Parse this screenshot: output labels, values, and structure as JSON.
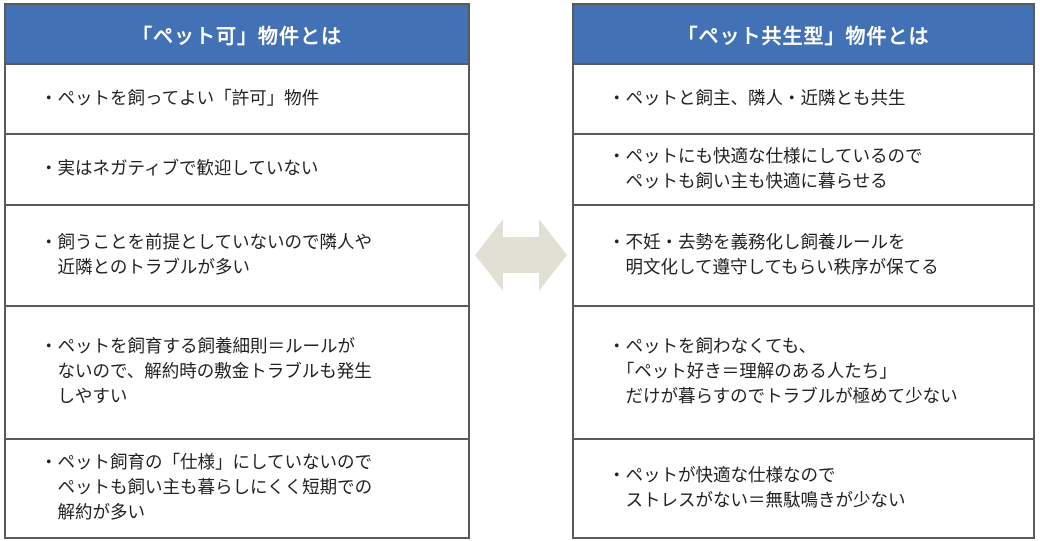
{
  "left": {
    "title": "「ペット可」物件とは",
    "items": [
      "・ペットを飼ってよい「許可」物件",
      "・実はネガティブで歓迎していない",
      "・飼うことを前提としていないので隣人や\n　近隣とのトラブルが多い",
      "・ペットを飼育する飼養細則＝ルールが\n　ないので、解約時の敷金トラブルも発生\n　しやすい",
      "・ペット飼育の「仕様」にしていないので\n　ペットも飼い主も暮らしにくく短期での\n　解約が多い"
    ]
  },
  "right": {
    "title": "「ペット共生型」物件とは",
    "items": [
      "・ペットと飼主、隣人・近隣とも共生",
      "・ペットにも快適な仕様にしているので\n　ペットも飼い主も快適に暮らせる",
      "・不妊・去勢を義務化し飼養ルールを\n　明文化して遵守してもらい秩序が保てる",
      "・ペットを飼わなくても、\n　「ペット好き＝理解のある人たち」\n　だけが暮らすのでトラブルが極めて少ない",
      "・ペットが快適な仕様なので\n　ストレスがない＝無駄鳴きが少ない"
    ]
  },
  "colors": {
    "header_bg": "#4272b5",
    "header_text": "#ffffff",
    "border": "#5a5a5a",
    "arrow": "#e2e0d4"
  },
  "icons": {
    "center": "double-headed-arrow-icon"
  }
}
